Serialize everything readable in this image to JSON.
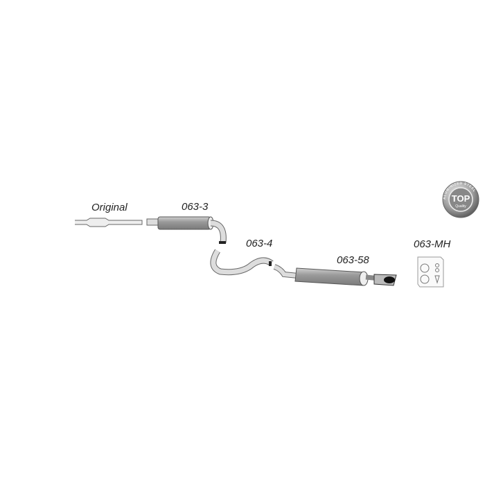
{
  "labels": {
    "original": "Original",
    "front_muffler": "063-3",
    "middle_pipe": "063-4",
    "rear_muffler": "063-58",
    "mounting_kit": "063-MH"
  },
  "badge": {
    "main": "TOP",
    "sub": "Quality",
    "ring": "ALUMINIZED STEEL"
  },
  "colors": {
    "pipe": "#c8c8c8",
    "muffler": "#9a9a9a",
    "outline": "#555555"
  }
}
